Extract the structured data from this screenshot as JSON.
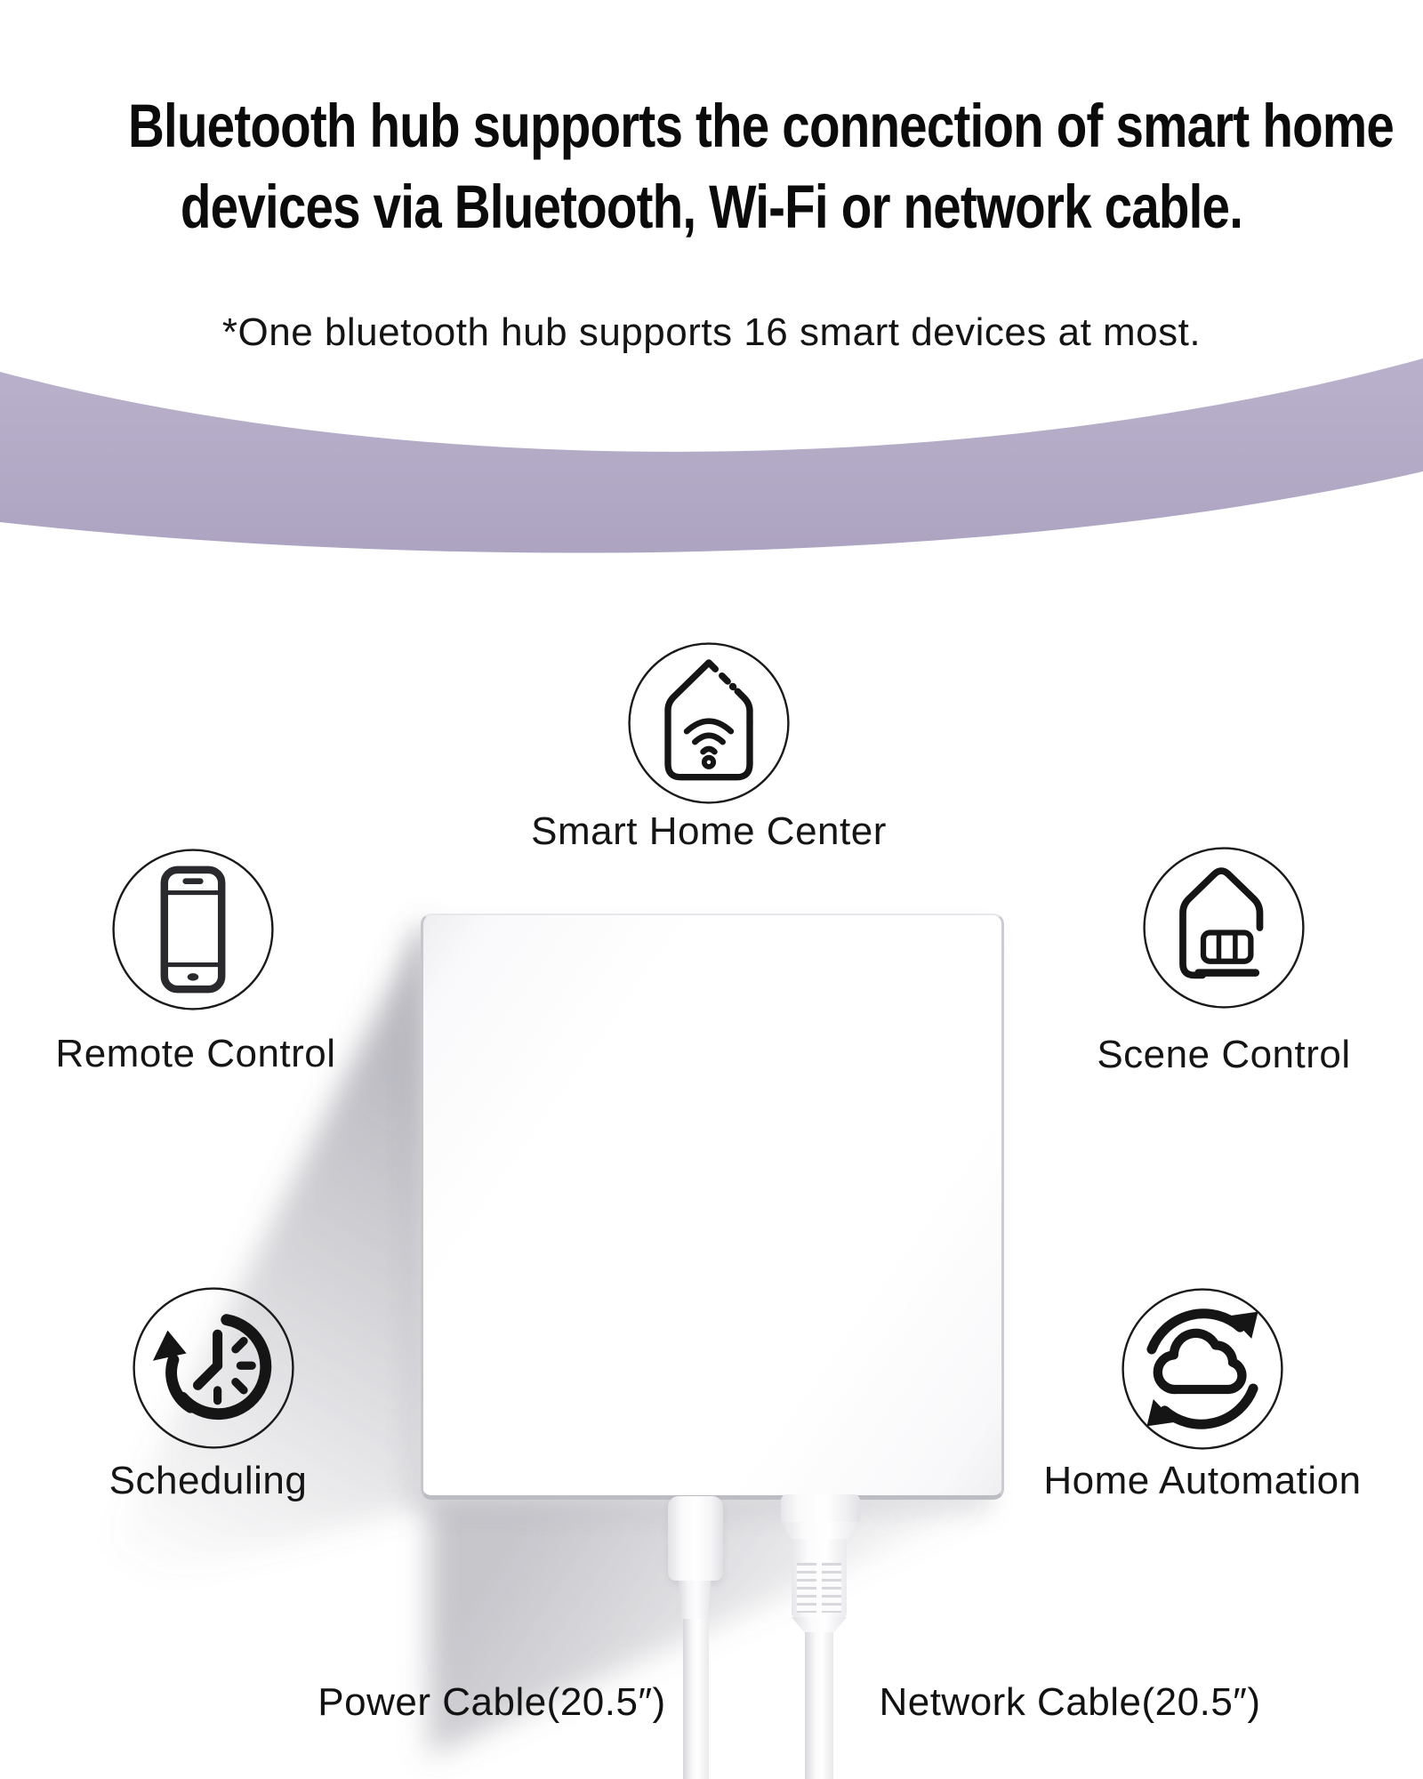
{
  "colors": {
    "wave_top": "#b9b1cb",
    "wave_bottom": "#aca3c1",
    "text": "#151515",
    "title": "#0b0b0b"
  },
  "header": {
    "title_line1": "Bluetooth hub supports the connection of smart home",
    "title_line2": "devices via Bluetooth, Wi-Fi or network cable.",
    "note": "*One bluetooth hub supports 16 smart devices at most."
  },
  "device": {
    "name": "Bluetooth hub"
  },
  "features": [
    {
      "label": "Smart Home Center",
      "icon": "house-wifi-icon"
    },
    {
      "label": "Remote Control",
      "icon": "smartphone-icon"
    },
    {
      "label": "Scene Control",
      "icon": "house-sofa-icon"
    },
    {
      "label": "Scheduling",
      "icon": "clock-history-icon"
    },
    {
      "label": "Home Automation",
      "icon": "cloud-sync-icon"
    }
  ],
  "cables": [
    {
      "label": "Power Cable(20.5″)"
    },
    {
      "label": "Network Cable(20.5″)"
    }
  ]
}
